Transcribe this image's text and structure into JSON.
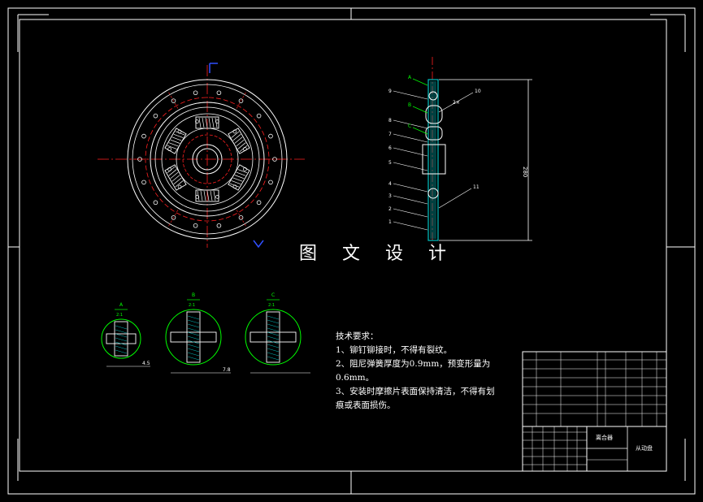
{
  "watermark": "图 文 设 计",
  "tech_requirements": {
    "heading": "技术要求：",
    "items": [
      "1、铆钉铆接时，不得有裂纹。",
      "2、阻尼弹簧厚度为0.9mm，预变形量为",
      "0.6mm。",
      "3、安装时摩擦片表面保持清洁，不得有划",
      "痕或表面损伤。"
    ]
  },
  "section_views": [
    {
      "label": "A",
      "scale": "2:1",
      "dim": "4.5"
    },
    {
      "label": "B",
      "scale": "2:1",
      "dim": "7.8"
    },
    {
      "label": "C",
      "scale": "2:1",
      "dim": ""
    }
  ],
  "side_view": {
    "callouts": [
      "9",
      "8",
      "7",
      "6",
      "5",
      "4",
      "3",
      "2",
      "1",
      "10",
      "11"
    ],
    "section_letters": [
      "A",
      "B",
      "C"
    ],
    "dim_vertical": "280",
    "dim_small": "2×"
  },
  "title_block": {
    "part_name": "从动盘",
    "drawing_name": "离合器"
  },
  "colors": {
    "frame": "#ffffff",
    "center_line": "#ff2020",
    "part_line": "#ffffff",
    "hidden": "#ffff00",
    "leader": "#00ff00",
    "section_fill": "#00c0c0"
  }
}
